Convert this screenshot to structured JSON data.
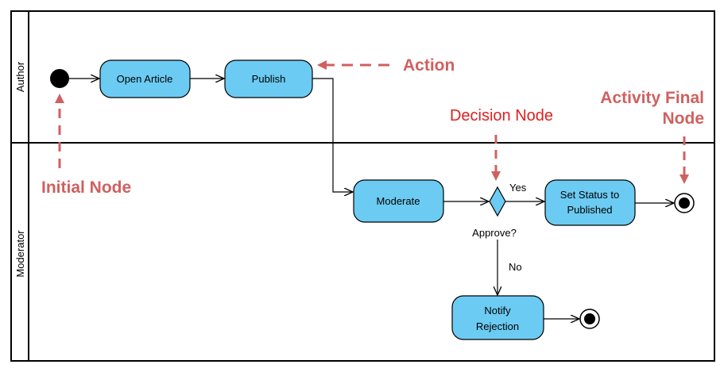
{
  "swimlanes": {
    "author": "Author",
    "moderator": "Moderator"
  },
  "nodes": {
    "open_article": "Open Article",
    "publish": "Publish",
    "moderate": "Moderate",
    "set_status_line1": "Set Status to",
    "set_status_line2": "Published",
    "notify_line1": "Notify",
    "notify_line2": "Rejection",
    "decision_label": "Approve?"
  },
  "flows": {
    "yes": "Yes",
    "no": "No"
  },
  "annotations": {
    "action": "Action",
    "initial_node": "Initial Node",
    "decision_node": "Decision Node",
    "activity_final_line1": "Activity Final",
    "activity_final_line2": "Node"
  },
  "colors": {
    "action_fill": "#6ccbf2",
    "annotation": "#d06060",
    "decision_annotation": "#e02020"
  }
}
